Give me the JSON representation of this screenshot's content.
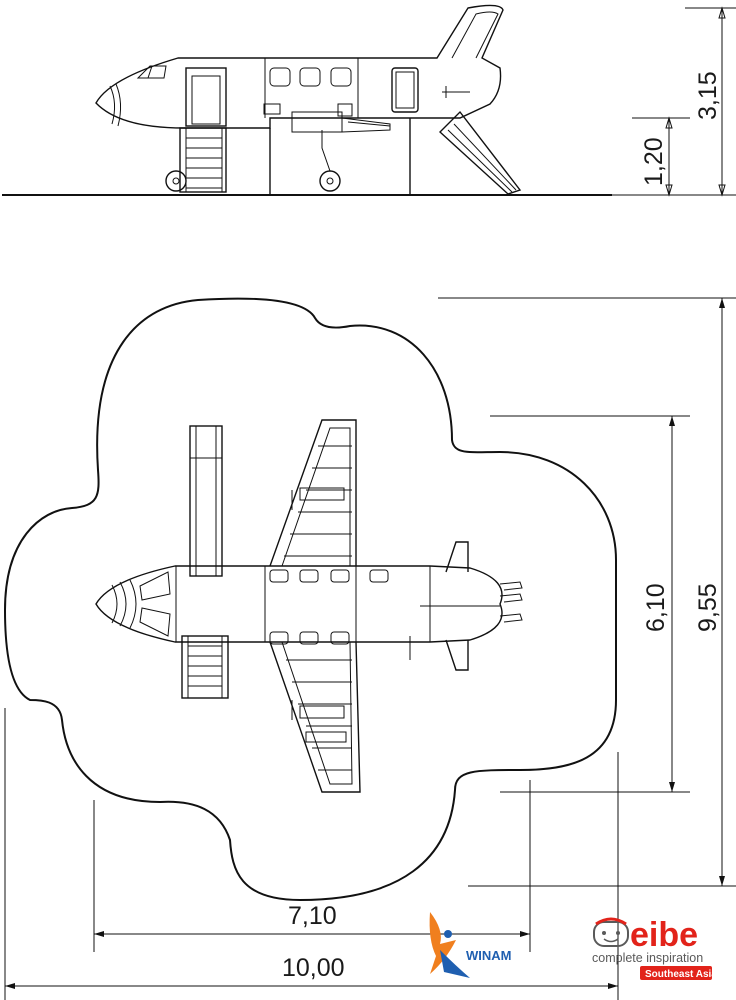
{
  "side_view": {
    "dimensions": {
      "total_height": "3,15",
      "platform_height": "1,20"
    }
  },
  "plan_view": {
    "dimensions": {
      "depth_inner": "6,10",
      "depth_outer": "9,55",
      "width_inner": "7,10",
      "width_outer": "10,00"
    }
  },
  "logos": {
    "winam": {
      "text": "WINAM",
      "colors": {
        "orange": "#f07f1e",
        "blue": "#1f5fb0"
      }
    },
    "eibe": {
      "name": "eibe",
      "tagline": "complete inspiration",
      "region": "Southeast Asia",
      "colors": {
        "red": "#e2231a",
        "grey": "#5a5a5a"
      }
    }
  }
}
